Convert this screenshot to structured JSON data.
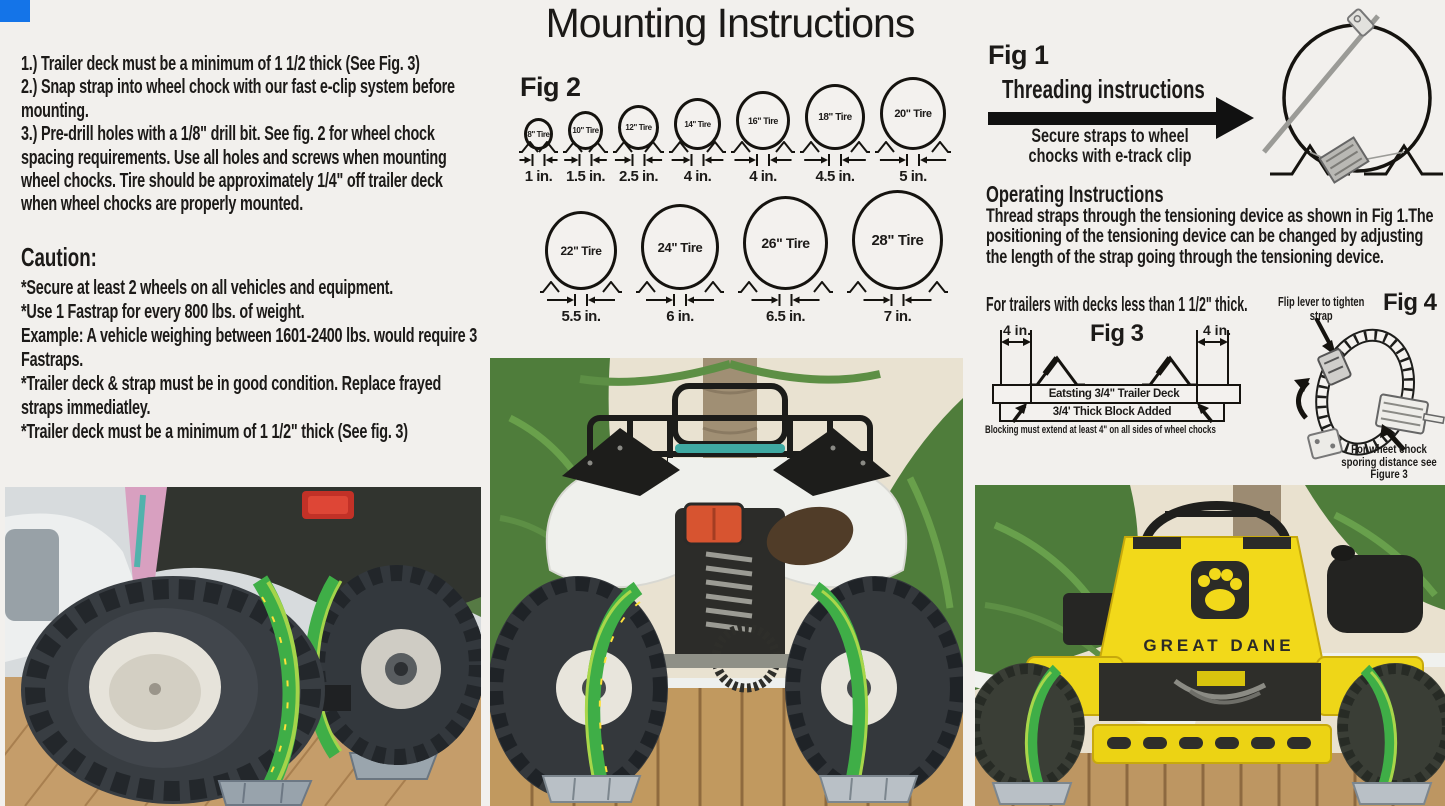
{
  "page": {
    "title": "Mounting Instructions",
    "bg_color": "#f2f0ed",
    "accent_blue": "#1474e8",
    "strap_green": "#3fae47"
  },
  "mounting_steps": {
    "step1": "1.) Trailer deck must be a minimum of 1 1/2 thick (See Fig. 3)",
    "step2": "2.) Snap strap into wheel chock with our fast e-clip system before mounting.",
    "step3": "3.) Pre-drill holes with a 1/8\" drill bit. See fig. 2 for wheel chock spacing requirements. Use all holes and screws when mounting wheel chocks. Tire should be approximately 1/4\" off trailer deck when wheel chocks are properly mounted."
  },
  "caution": {
    "heading": "Caution:",
    "items": [
      "*Secure at least 2 wheels on all vehicles and equipment.",
      "*Use 1 Fastrap for every 800 lbs. of weight.",
      "Example: A vehicle weighing between 1601-2400 lbs. would require 3 Fastraps.",
      "*Trailer deck & strap must be in good condition. Replace frayed straps immediatley.",
      "*Trailer deck must be a minimum of 1 1/2\" thick (See fig. 3)"
    ]
  },
  "fig2": {
    "label": "Fig 2",
    "rows": [
      {
        "tires": [
          {
            "label": "8\" Tire",
            "inches": 8,
            "spacing": "1 in."
          },
          {
            "label": "10\" Tire",
            "inches": 10,
            "spacing": "1.5 in."
          },
          {
            "label": "12\" Tire",
            "inches": 12,
            "spacing": "2.5 in."
          },
          {
            "label": "14\" Tire",
            "inches": 14,
            "spacing": "4 in."
          },
          {
            "label": "16\" Tire",
            "inches": 16,
            "spacing": "4 in."
          },
          {
            "label": "18\" Tire",
            "inches": 18,
            "spacing": "4.5 in."
          },
          {
            "label": "20\" Tire",
            "inches": 20,
            "spacing": "5 in."
          }
        ]
      },
      {
        "tires": [
          {
            "label": "22\" Tire",
            "inches": 22,
            "spacing": "5.5 in."
          },
          {
            "label": "24\" Tire",
            "inches": 24,
            "spacing": "6 in."
          },
          {
            "label": "26\" Tire",
            "inches": 26,
            "spacing": "6.5 in."
          },
          {
            "label": "28\" Tire",
            "inches": 28,
            "spacing": "7 in."
          }
        ]
      }
    ]
  },
  "fig1": {
    "label": "Fig 1",
    "heading": "Threading instructions",
    "caption": "Secure straps to wheel chocks with e-track clip"
  },
  "operating": {
    "heading": "Operating Instructions",
    "body": "Thread straps through the tensioning device as shown in Fig 1.The positioning of the tensioning device can be changed by adjusting the length of the strap going through the tensioning device.",
    "decks_note": "For trailers with decks less than 1 1/2\" thick."
  },
  "fig3": {
    "label": "Fig 3",
    "left_dim": "4 in.",
    "right_dim": "4 in.",
    "deck_row1": "Eatsting 3/4\" Trailer Deck",
    "deck_row2": "3/4' Thick Block Added",
    "caption": "Blocking must extend at least 4\" on all sides of wheel chocks"
  },
  "fig4": {
    "label": "Fig 4",
    "lever_note": "Flip lever to tighten strap",
    "caption": "For wheet chock sporing distance see Figure 3"
  },
  "photos": {
    "mower_brand": "GREAT DANE"
  }
}
